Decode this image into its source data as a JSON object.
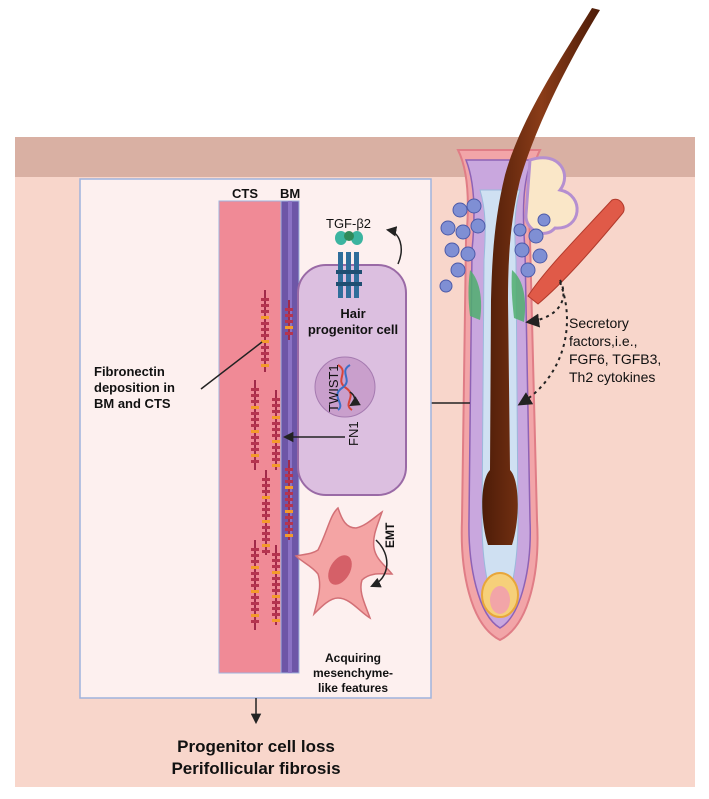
{
  "labels": {
    "cts": "CTS",
    "bm": "BM",
    "tgf": "TGF-β2",
    "hair_progenitor_line1": "Hair",
    "hair_progenitor_line2": "progenitor cell",
    "twist1": "TWIST1",
    "fn1": "FN1",
    "fibronectin_line1": "Fibronectin",
    "fibronectin_line2": "deposition in",
    "fibronectin_line3": "BM and CTS",
    "emt": "EMT",
    "acquiring_line1": "Acquiring",
    "acquiring_line2": "mesenchyme-",
    "acquiring_line3": "like features",
    "secretory_line1": "Secretory",
    "secretory_line2": "factors,i.e.,",
    "secretory_line3": "FGF6, TGFB3,",
    "secretory_line4": "Th2 cytokines",
    "outcome_line1": "Progenitor cell loss",
    "outcome_line2": "Perifollicular fibrosis"
  },
  "colors": {
    "epidermis": "#d9b0a3",
    "dermis": "#f8d6cb",
    "panel_bg": "#fdf0ef",
    "panel_border": "#9fb3dd",
    "cts": "#f08a96",
    "bm": "#6d56a7",
    "cell": "#dcbfe0",
    "cell_border": "#9a6aa6",
    "hair_shaft": "#6a2a12",
    "muscle": "#e05a48",
    "blue_cells": "#7f8fd4",
    "green": "#4fae6e"
  }
}
